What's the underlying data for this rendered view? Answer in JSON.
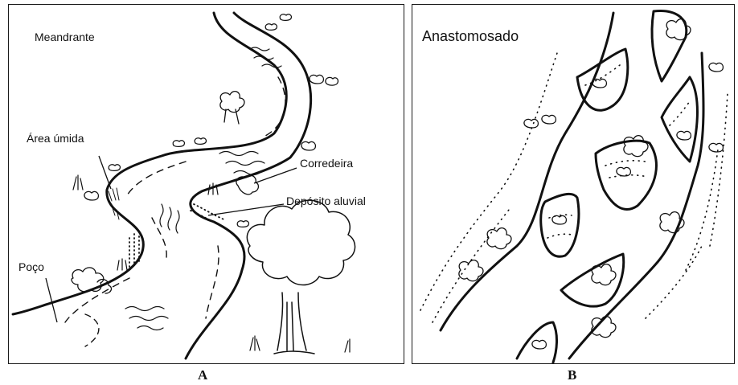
{
  "panel_a": {
    "title": "Meandrante",
    "labels": {
      "wetland": "Área úmida",
      "rapids": "Corredeira",
      "deposit": "Depósito aluvial",
      "pool": "Poço"
    },
    "caption": "A"
  },
  "panel_b": {
    "title": "Anastomosado",
    "caption": "B"
  }
}
